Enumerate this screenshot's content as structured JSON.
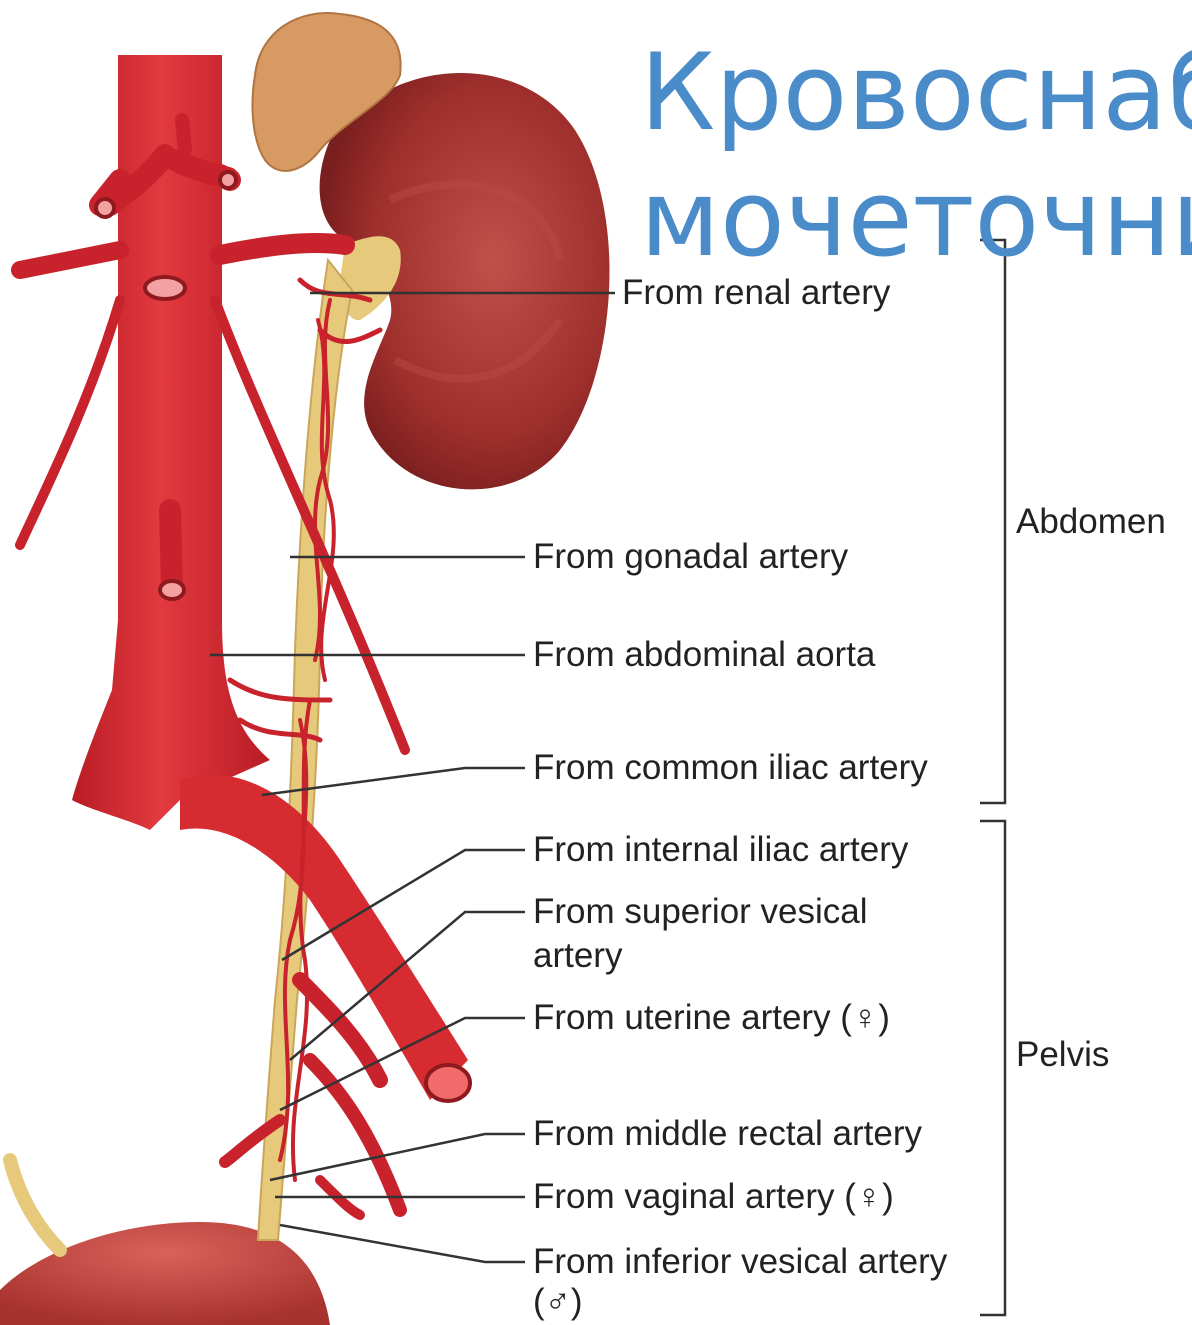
{
  "title": {
    "line1": "Кровоснаб",
    "line2": "мочеточни"
  },
  "labels": {
    "renal": "From renal artery",
    "gonadal": "From gonadal artery",
    "abdominal_aorta": "From abdominal aorta",
    "common_iliac": "From common iliac artery",
    "internal_iliac": "From internal iliac artery",
    "superior_vesical_1": "From superior vesical",
    "superior_vesical_2": "artery",
    "uterine": "From uterine artery (♀)",
    "middle_rectal": "From middle rectal artery",
    "vaginal": "From vaginal artery (♀)",
    "inferior_vesical_1": "From inferior vesical artery",
    "inferior_vesical_2": "(♂)"
  },
  "regions": {
    "abdomen": "Abdomen",
    "pelvis": "Pelvis"
  },
  "colors": {
    "title": "#4a8bc9",
    "artery": "#c8232c",
    "kidney": "#9e2f2c",
    "ureter": "#e7c97c",
    "adrenal": "#d79a63"
  }
}
